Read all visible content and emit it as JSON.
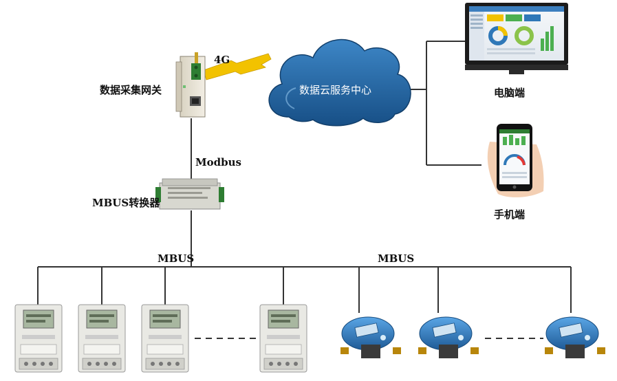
{
  "diagram": {
    "gateway_label": "数据采集网关",
    "link_4g_label": "4G",
    "cloud_label": "数据云服务中心",
    "pc_label": "电脑端",
    "phone_label": "手机端",
    "modbus_label": "Modbus",
    "converter_label": "MBUS转换器",
    "mbus_left_label": "MBUS",
    "mbus_right_label": "MBUS"
  },
  "devices": {
    "electric_meters": 4,
    "water_meters": 3
  },
  "colors": {
    "line": "#333333",
    "cloud": "#1f5f9a",
    "lightning": "#f2c200",
    "water_meter": "#2f78b8",
    "meter_body": "#e9e9e4"
  }
}
